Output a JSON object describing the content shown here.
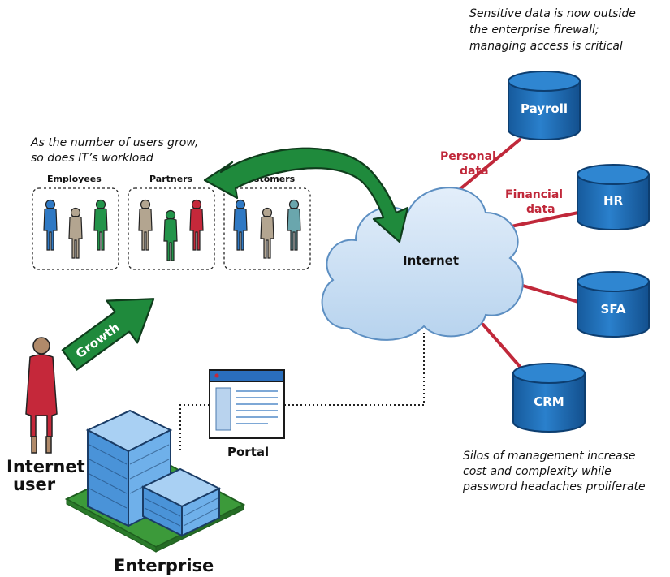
{
  "notes": {
    "firewall": [
      "Sensitive data is now outside",
      "the enterprise firewall;",
      "managing access is critical"
    ],
    "growth": [
      "As the number of users grow,",
      "so does IT’s workload"
    ],
    "silos": [
      "Silos of management increase",
      "cost and complexity while",
      "password headaches proliferate"
    ]
  },
  "groups": {
    "employees": "Employees",
    "partners": "Partners",
    "customers": "Customers"
  },
  "databases": {
    "payroll": "Payroll",
    "hr": "HR",
    "sfa": "SFA",
    "crm": "CRM"
  },
  "links": {
    "personal": [
      "Personal",
      "data"
    ],
    "financial": [
      "Financial",
      "data"
    ]
  },
  "labels": {
    "internet": "Internet",
    "growth": "Growth",
    "portal": "Portal",
    "internet_user": [
      "Internet",
      "user"
    ],
    "enterprise": "Enterprise"
  },
  "colors": {
    "db_blue": "#1f6fba",
    "link_red": "#c0283a",
    "arrow_green": "#1f8a3c",
    "cloud_blue": "#cfe3f6",
    "person_blue": "#2f79c4",
    "person_green": "#23944a",
    "person_red": "#c5283a",
    "person_tan": "#b3a590",
    "person_teal": "#6aa6ad"
  }
}
